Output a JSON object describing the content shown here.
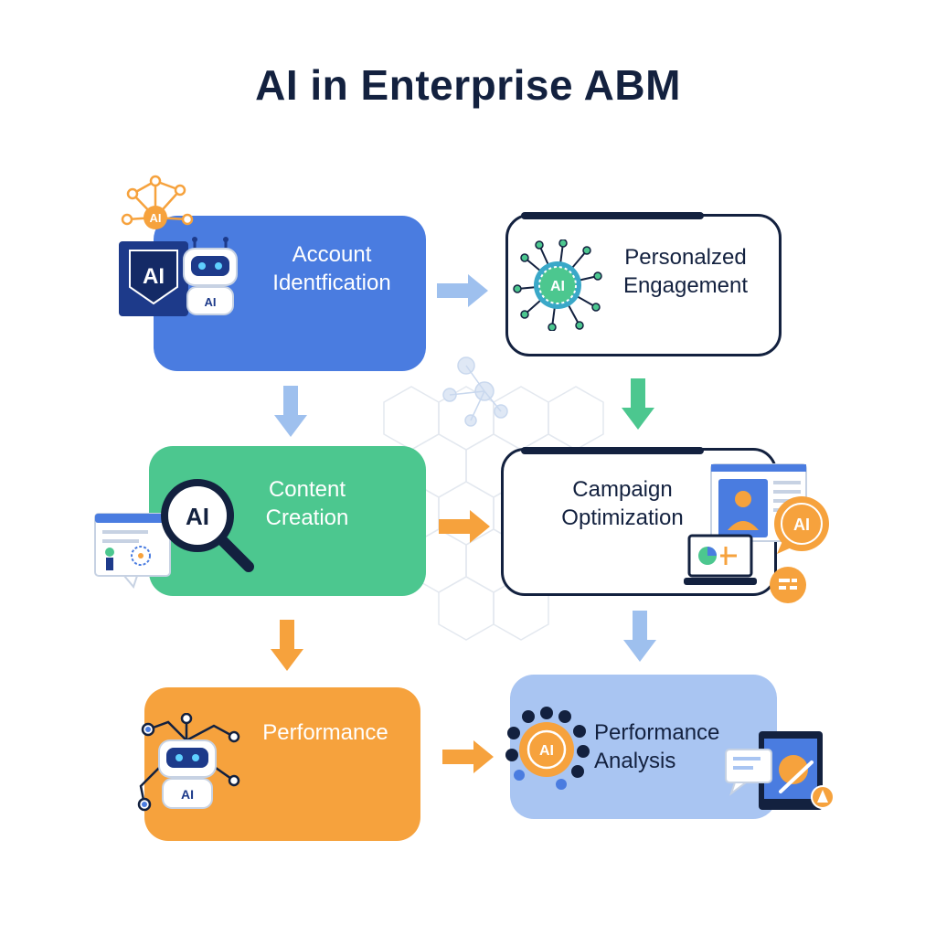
{
  "title": "AI in Enterprise ABM",
  "steps": [
    {
      "lines": [
        "Account",
        "Identfication"
      ],
      "color": "#4a7ce0"
    },
    {
      "lines": [
        "Personalzed",
        "Engagement"
      ],
      "color": "#ffffff"
    },
    {
      "lines": [
        "Content",
        "Creation"
      ],
      "color": "#4cc78f"
    },
    {
      "lines": [
        "Campaign",
        "Optimization"
      ],
      "color": "#ffffff"
    },
    {
      "lines": [
        "Performance"
      ],
      "color": "#f6a23d"
    },
    {
      "lines": [
        "Performance",
        "Analysis"
      ],
      "color": "#a9c5f2"
    }
  ],
  "icons": {
    "ai_badge": "AI",
    "robot": "AI",
    "network_hub": "AI",
    "magnifier": "AI",
    "campaign_badge": "AI",
    "robot2": "AI",
    "gear_hub": "AI"
  },
  "colors": {
    "blue": "#4a7ce0",
    "green": "#4cc78f",
    "orange": "#f6a23d",
    "light_blue": "#a9c5f2",
    "navy": "#13213f",
    "arrow_blue": "#9ec0ee",
    "arrow_green": "#4cc78f",
    "arrow_orange": "#f6a23d"
  }
}
